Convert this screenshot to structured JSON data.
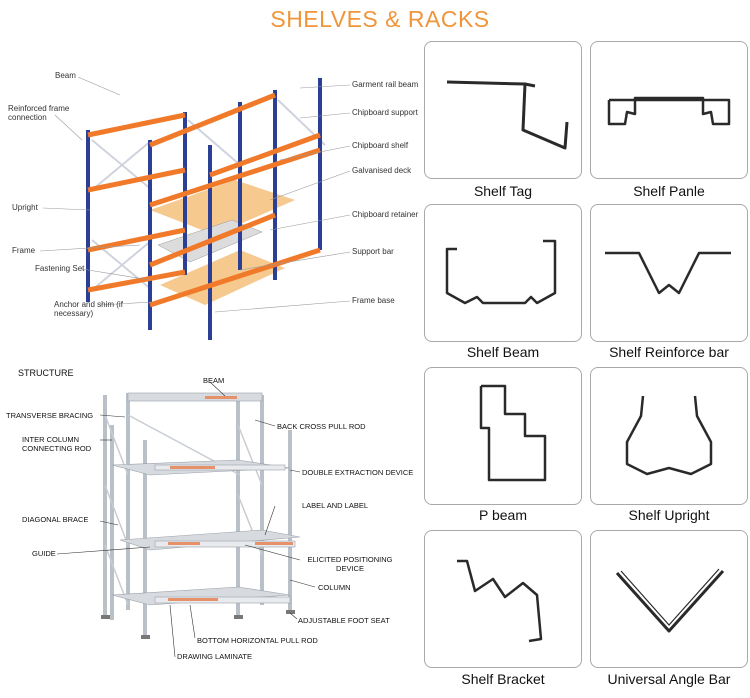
{
  "page": {
    "title": "SHELVES & RACKS"
  },
  "diagram_top": {
    "labels_left": [
      "Beam",
      "Reinforced frame connection",
      "Upright",
      "Frame",
      "Fastening Set",
      "Anchor and shim (if necessary)"
    ],
    "labels_right": [
      "Garment rail beam",
      "Chipboard support",
      "Chipboard shelf",
      "Galvanised deck",
      "Chipboard retainer",
      "Support bar",
      "Frame base"
    ]
  },
  "diagram_bottom": {
    "heading": "STRUCTURE",
    "labels_left": [
      "TRANSVERSE BRACING",
      "INTER COLUMN CONNECTING ROD",
      "DIAGONAL BRACE",
      "GUIDE"
    ],
    "labels_right": [
      "BEAM",
      "BACK CROSS PULL ROD",
      "DOUBLE EXTRACTION DEVICE",
      "LABEL AND LABEL",
      "ELICITED POSITIONING DEVICE",
      "COLUMN",
      "ADJUSTABLE FOOT SEAT",
      "BOTTOM HORIZONTAL PULL ROD",
      "DRAWING LAMINATE"
    ]
  },
  "products": [
    {
      "name": "Shelf Tag",
      "icon": "shelf-tag-profile-icon"
    },
    {
      "name": "Shelf Panle",
      "icon": "shelf-panel-profile-icon"
    },
    {
      "name": "Shelf Beam",
      "icon": "shelf-beam-profile-icon"
    },
    {
      "name": "Shelf Reinforce bar",
      "icon": "reinforce-bar-profile-icon"
    },
    {
      "name": "P beam",
      "icon": "p-beam-profile-icon"
    },
    {
      "name": "Shelf Upright",
      "icon": "shelf-upright-profile-icon"
    },
    {
      "name": "Shelf Bracket",
      "icon": "shelf-bracket-profile-icon"
    },
    {
      "name": "Universal Angle Bar",
      "icon": "angle-bar-profile-icon"
    }
  ],
  "colors": {
    "title": "#f0953a",
    "upright": "#2b3f94",
    "beam": "#f07a2a",
    "deck": "#f6c98f",
    "card_border": "#a9a9a9"
  }
}
